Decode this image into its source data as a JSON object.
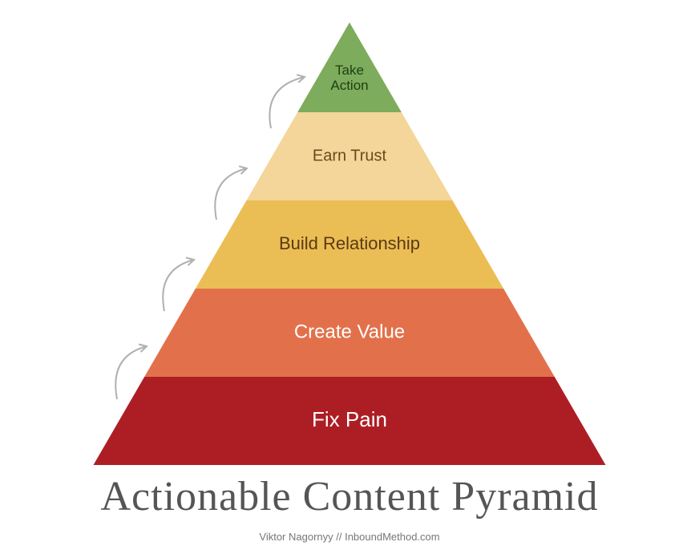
{
  "levels": [
    {
      "label_lines": [
        "Take",
        "Action"
      ],
      "fill": "#7dac5c",
      "text_color": "#1f3d12"
    },
    {
      "label_lines": [
        "Earn Trust"
      ],
      "fill": "#f4d69a",
      "text_color": "#6a4a1a"
    },
    {
      "label_lines": [
        "Build Relationship"
      ],
      "fill": "#ebbd55",
      "text_color": "#5a3a10"
    },
    {
      "label_lines": [
        "Create Value"
      ],
      "fill": "#e2714b",
      "text_color": "#ffffff"
    },
    {
      "label_lines": [
        "Fix Pain"
      ],
      "fill": "#ad1e24",
      "text_color": "#ffffff"
    }
  ],
  "arrow_color": "#b0b0b0",
  "title": "Actionable Content Pyramid",
  "credit": "Viktor Nagornyy // InboundMethod.com"
}
